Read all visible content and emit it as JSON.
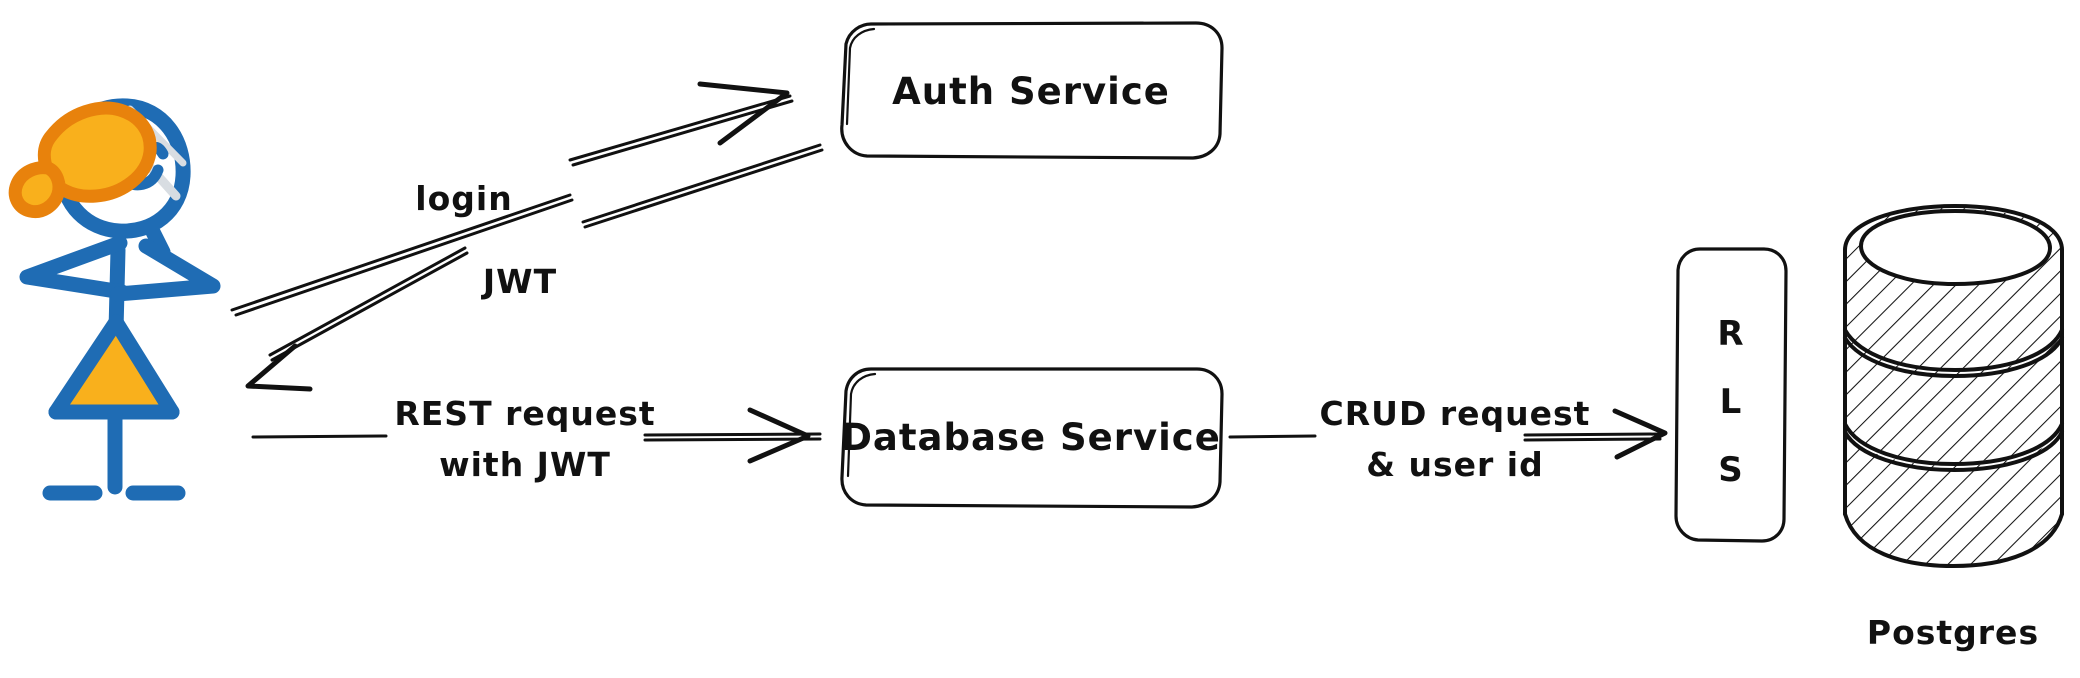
{
  "diagram": {
    "title": "Auth and database service architecture",
    "background_color": "#ffffff",
    "ink_color": "#111111",
    "accent_blue": "#1f6cb4",
    "accent_orange": "#e8820c",
    "accent_yellow": "#f9b01c"
  },
  "actor": {
    "name": "user-stick-figure",
    "description": "stick figure person with orange bow hat and orange skirt",
    "body_color": "#1f6cb4",
    "hat_color": "#e8820c",
    "hat_fill": "#f9b01c",
    "skirt_color": "#f9b01c"
  },
  "nodes": [
    {
      "id": "auth-service",
      "label": "Auth Service",
      "shape": "rounded-rectangle"
    },
    {
      "id": "database-service",
      "label": "Database Service",
      "shape": "rounded-rectangle"
    },
    {
      "id": "rls",
      "label": "RLS",
      "letters": [
        "R",
        "L",
        "S"
      ],
      "shape": "vertical-rounded-rectangle"
    },
    {
      "id": "postgres",
      "label": "Postgres",
      "shape": "cylinder-database"
    }
  ],
  "edges": [
    {
      "id": "edge-login",
      "label": "login",
      "from": "user",
      "to": "auth-service",
      "direction": "right-up"
    },
    {
      "id": "edge-jwt",
      "label": "JWT",
      "from": "auth-service",
      "to": "user",
      "direction": "left-down"
    },
    {
      "id": "edge-rest",
      "label_line1": "REST request",
      "label_line2": "with JWT",
      "from": "user",
      "to": "database-service",
      "direction": "right"
    },
    {
      "id": "edge-crud",
      "label_line1": "CRUD request",
      "label_line2": "& user id",
      "from": "database-service",
      "to": "rls",
      "direction": "right"
    }
  ]
}
